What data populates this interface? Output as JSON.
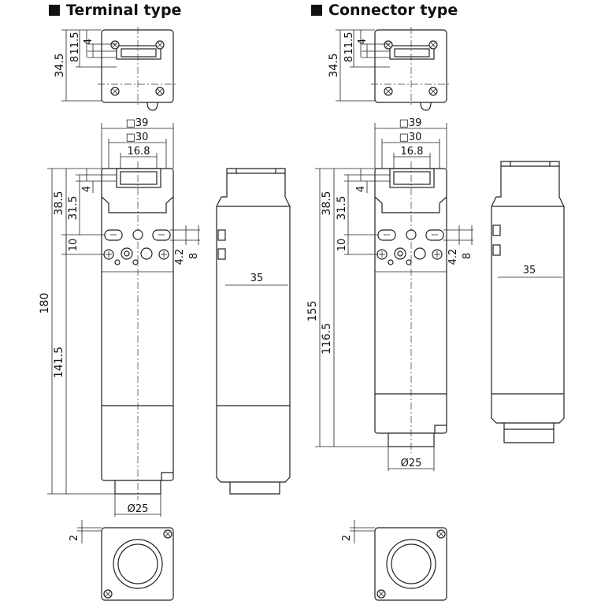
{
  "headings": {
    "terminal": "Terminal type",
    "connector": "Connector type"
  },
  "icons": {
    "heading_bullet": "filled-square-icon"
  },
  "terminal": {
    "top_view": {
      "height": "34.5",
      "d1": "8",
      "d2": "11.5",
      "d3": "4"
    },
    "front_view": {
      "width_outer": "□39",
      "width_inner": "□30",
      "slot_width": "16.8",
      "d_38_5": "38.5",
      "d_31_5": "31.5",
      "d_4": "4",
      "d_10": "10",
      "total_length": "180",
      "body_length": "141.5",
      "hole_4_2": "4.2",
      "hole_8": "8",
      "diameter": "Ø25"
    },
    "side_view": {
      "depth": "35"
    },
    "bottom_view": {
      "gap": "2"
    }
  },
  "connector": {
    "top_view": {
      "height": "34.5",
      "d1": "8",
      "d2": "11.5",
      "d3": "4"
    },
    "front_view": {
      "width_outer": "□39",
      "width_inner": "□30",
      "slot_width": "16.8",
      "d_38_5": "38.5",
      "d_31_5": "31.5",
      "d_4": "4",
      "d_10": "10",
      "total_length": "155",
      "body_length": "116.5",
      "hole_4_2": "4.2",
      "hole_8": "8",
      "diameter": "Ø25"
    },
    "side_view": {
      "depth": "35"
    },
    "bottom_view": {
      "gap": "2"
    }
  }
}
